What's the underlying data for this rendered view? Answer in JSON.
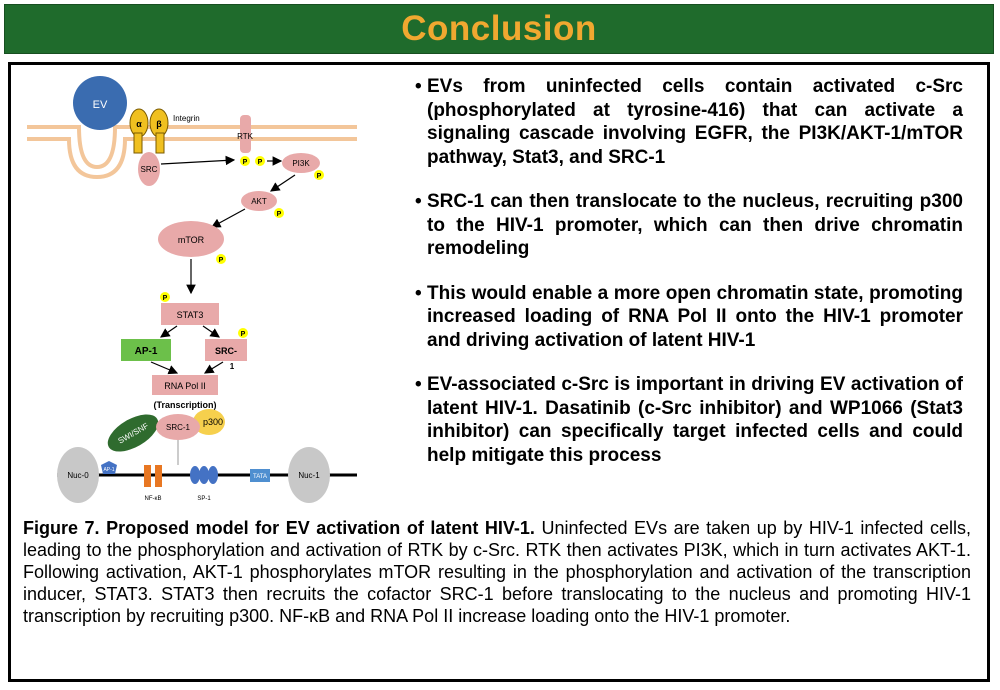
{
  "header": {
    "title": "Conclusion"
  },
  "diagram": {
    "ev": "EV",
    "alpha": "α",
    "beta": "β",
    "integrin": "Integrin",
    "src": "SRC",
    "rtk": "RTK",
    "p": "P",
    "pi3k": "PI3K",
    "akt": "AKT",
    "mtor": "mTOR",
    "stat3": "STAT3",
    "ap1": "AP-1",
    "src1_line1": "SRC-",
    "src1_line2": "1",
    "rna_pol": "RNA Pol II",
    "transcription": "(Transcription)",
    "swi_snf": "SWI/SNF",
    "src1": "SRC-1",
    "p300": "p300",
    "nuc0": "Nuc-0",
    "nuc1": "Nuc-1",
    "ap1_small": "AP-1",
    "nfkb": "NF-κB",
    "sp1": "SP-1",
    "tata": "TATA"
  },
  "bullets": [
    {
      "marker": "•",
      "text": "EVs from uninfected cells contain activated c-Src (phosphorylated at tyrosine-416) that can activate a signaling cascade involving EGFR, the PI3K/AKT-1/mTOR pathway, Stat3, and SRC-1"
    },
    {
      "marker": "•",
      "text": "SRC-1 can then translocate to the nucleus, recruiting p300 to the HIV-1 promoter, which can then drive chromatin remodeling"
    },
    {
      "marker": "•",
      "text": "This would enable a more open chromatin state, promoting increased loading of RNA Pol II onto the HIV-1 promoter and driving activation of latent HIV-1"
    },
    {
      "marker": "•",
      "text": "EV-associated c-Src is important in driving EV activation of latent HIV-1. Dasatinib (c-Src inhibitor) and WP1066 (Stat3 inhibitor) can specifically target infected cells and could help mitigate this process"
    }
  ],
  "caption": {
    "label": "Figure 7. Proposed model for EV activation of latent HIV-1.",
    "text": " Uninfected EVs are taken up by HIV-1 infected cells, leading to the phosphorylation and activation of RTK by c-Src. RTK then activates PI3K, which in turn activates AKT-1. Following activation, AKT-1 phosphorylates mTOR resulting in the phosphorylation and activation of the transcription inducer, STAT3. STAT3 then recruits the cofactor SRC-1 before translocating to the nucleus and promoting HIV-1 transcription by recruiting p300.  NF-κB and RNA Pol II increase loading onto the HIV-1 promoter."
  },
  "colors": {
    "banner": "#1f6b2c",
    "title": "#f0a830",
    "membrane": "#f3c69a",
    "protein": "#e8a9a9",
    "phospho": "#ffff00",
    "ev": "#3a6cb0",
    "ap1": "#6cc04a",
    "swi_snf": "#2f6b2e",
    "p300": "#f6d04d",
    "nucleosome": "#c8c8c8",
    "nfkb": "#e87722",
    "sp1": "#4472c4",
    "tata": "#4f8fd0"
  }
}
